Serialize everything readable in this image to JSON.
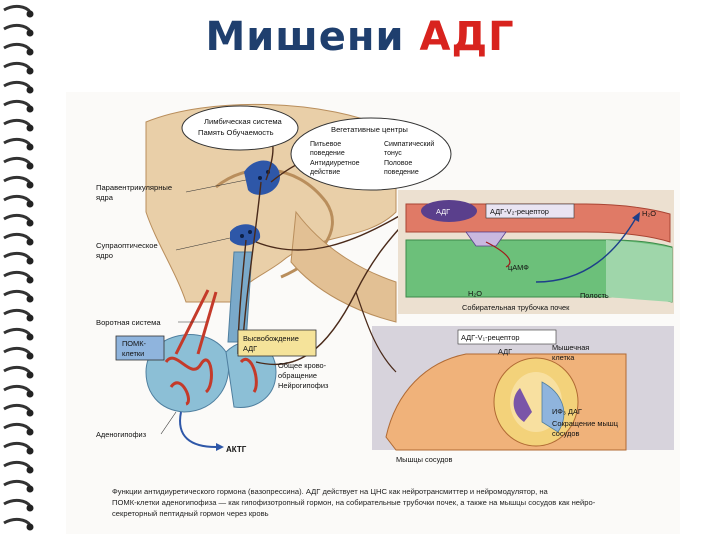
{
  "title": {
    "part1": "Мишени",
    "part2": "АДГ"
  },
  "brain": {
    "limbic_bubble": [
      "Лимбическая система",
      "Память Обучаемость"
    ],
    "autonomic_bubble_title": "Вегетативные центры",
    "autonomic_items": [
      "Питьевое",
      "поведение",
      "Антидиуретное",
      "действие",
      "Симпатический",
      "тонус",
      "Половое",
      "поведение"
    ],
    "paraventricular": [
      "Паравентрикулярные",
      "ядра"
    ],
    "supraoptic": [
      "Супраоптическое",
      "ядро"
    ],
    "portal_system": "Воротная система",
    "pomc": [
      "ПОМК-",
      "клетки"
    ],
    "adh_release": [
      "Высвобождение",
      "АДГ"
    ],
    "general_circulation": [
      "Общее крово-",
      "обращение"
    ],
    "neurohypophysis": "Нейрогипофиз",
    "adenohypophysis": "Аденогипофиз",
    "acth": "АКТГ"
  },
  "kidney_panel": {
    "adh": "АДГ",
    "receptor": "АДГ-V₂-рецептор",
    "h2o_right": "H₂O",
    "camp": "цАМФ",
    "h2o_left": "H₂O",
    "lumen": "Полость",
    "label": "Собирательная трубочка почек"
  },
  "vessel_panel": {
    "receptor": "АДГ-V₁-рецептор",
    "adh": "АДГ",
    "muscle_cell": [
      "Мышечная",
      "клетка"
    ],
    "ip3": "ИФ₃ ДАГ",
    "contraction": [
      "Сокращение мышц",
      "сосудов"
    ],
    "label": "Мышцы сосудов"
  },
  "caption": [
    "Функции антидиуретического гормона (вазопрессина). АДГ действует на ЦНС как нейротрансмиттер и нейромодулятор, на",
    "ПОМК-клетки аденогипофиза — как гипофизотропный гормон, на собирательные трубочки почек, а также на мышцы сосудов как нейро-",
    "секреторный пептидный гормон через кровь"
  ],
  "colors": {
    "title_dark": "#1f3f6e",
    "title_red": "#d8231e",
    "tan": "#e9cfa8",
    "nucleus_blue": "#2e57a8",
    "green": "#6cc07a",
    "vessel_red": "#c43a2a"
  }
}
